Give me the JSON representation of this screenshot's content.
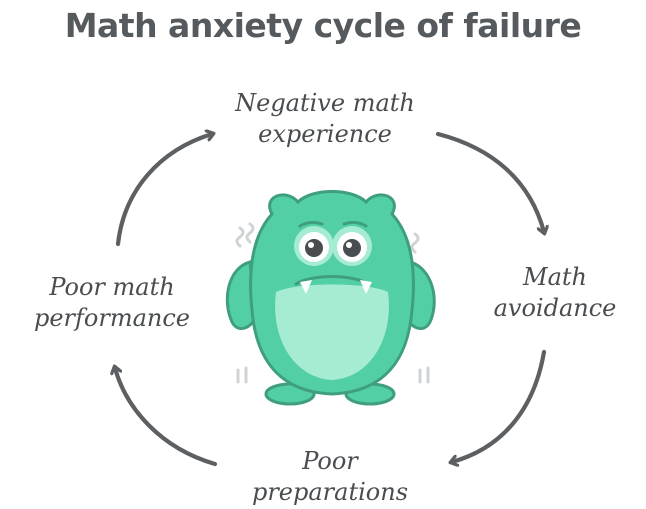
{
  "title": "Math anxiety cycle of failure",
  "colors": {
    "text": "#4a4d50",
    "arrow": "#5d6063",
    "monster_body": "#52cfa5",
    "monster_belly": "#a6ecd2",
    "monster_outline": "#3f9f7c"
  },
  "cycle": {
    "top": {
      "line1": "Negative math",
      "line2": "experience"
    },
    "right": {
      "line1": "Math",
      "line2": "avoidance"
    },
    "bottom": {
      "line1": "Poor",
      "line2": "preparations"
    },
    "left": {
      "line1": "Poor math",
      "line2": "performance"
    }
  },
  "icons": {
    "center": "anxious-monster-icon"
  }
}
